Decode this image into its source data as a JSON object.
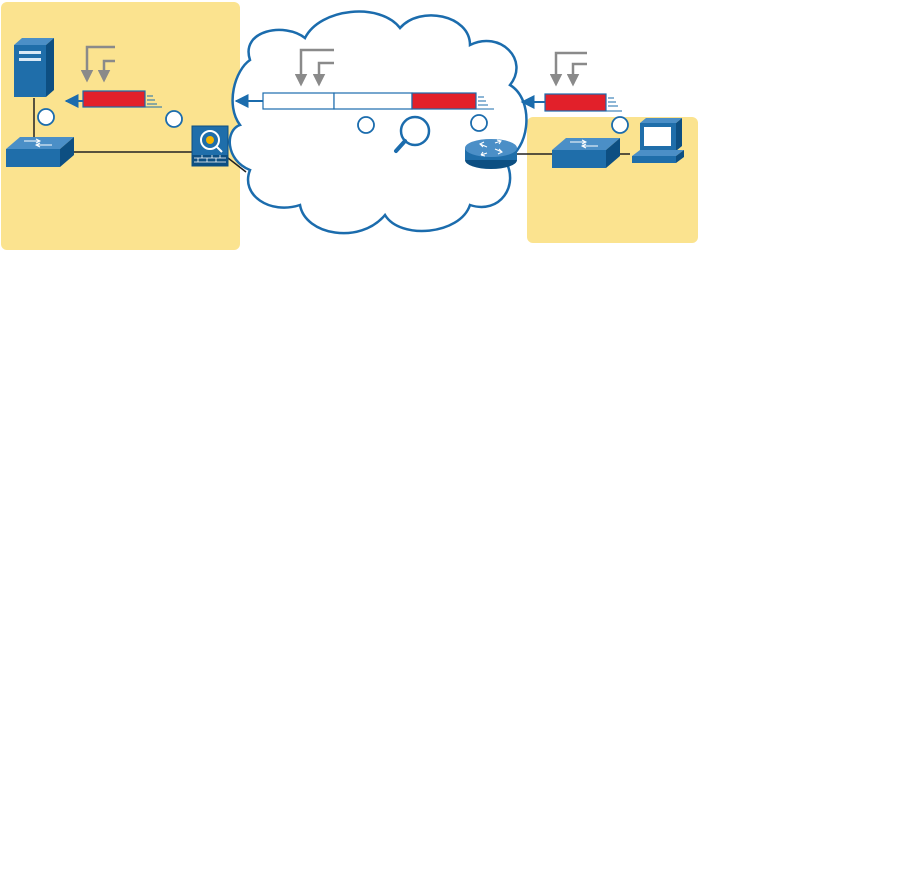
{
  "diagram": {
    "colors": {
      "site_background": "#fbe38f",
      "cloud_outline": "#1b6cad",
      "device_blue": "#1f6eaa",
      "device_dark": "#0d4f82",
      "packet_red": "#e2202a",
      "packet_outline": "#1b6cad",
      "header_arrow_gray": "#8a8a8a",
      "flow_arrow_blue": "#1b6cad",
      "link_black": "#222222",
      "step_circle": "#1b6cad"
    },
    "nodes": [
      {
        "id": "server",
        "icon": "server-icon"
      },
      {
        "id": "left-switch",
        "icon": "switch-icon"
      },
      {
        "id": "firewall",
        "icon": "firewall-icon"
      },
      {
        "id": "router",
        "icon": "router-icon"
      },
      {
        "id": "right-switch",
        "icon": "switch-icon"
      },
      {
        "id": "pc",
        "icon": "pc-icon"
      },
      {
        "id": "inspection",
        "icon": "magnifier-icon"
      }
    ],
    "step_markers": [
      {
        "id": "step-server-side",
        "label": ""
      },
      {
        "id": "step-firewall-side",
        "label": ""
      },
      {
        "id": "step-cloud-left",
        "label": ""
      },
      {
        "id": "step-cloud-right",
        "label": ""
      },
      {
        "id": "step-pc-side",
        "label": ""
      }
    ],
    "packets": [
      {
        "id": "packet-left",
        "segments": [
          "payload"
        ]
      },
      {
        "id": "packet-cloud",
        "segments": [
          "outer-header",
          "outer-header-2",
          "payload"
        ]
      },
      {
        "id": "packet-right",
        "segments": [
          "payload"
        ]
      }
    ]
  }
}
